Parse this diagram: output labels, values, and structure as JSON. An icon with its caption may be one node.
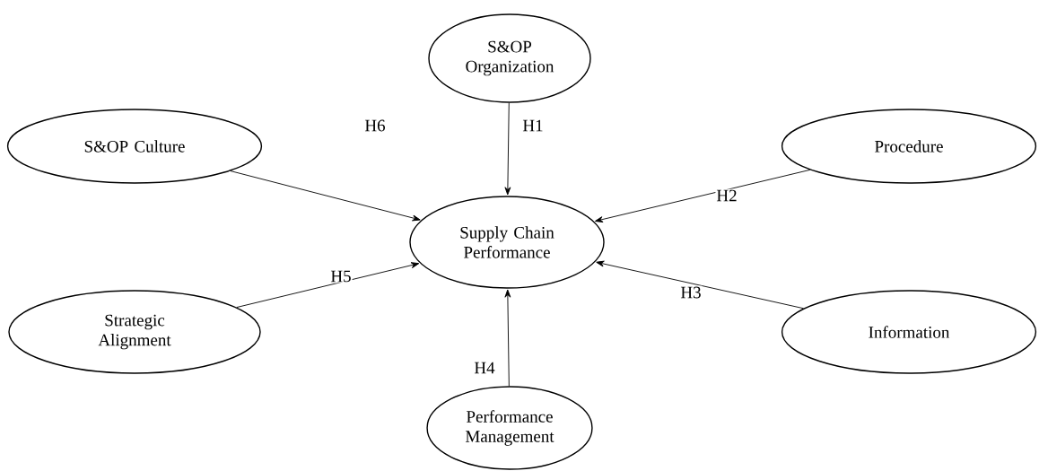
{
  "diagram": {
    "nodes": [
      {
        "text": [
          "S&OP Organization"
        ]
      },
      {
        "text": [
          "S&OP Culture"
        ]
      },
      {
        "text": [
          "Procedure"
        ]
      },
      {
        "text": [
          "Supply Chain Performance"
        ]
      },
      {
        "text": [
          "Strategic Alignment"
        ]
      },
      {
        "text": [
          "Information"
        ]
      },
      {
        "text": [
          "Performance Management"
        ]
      }
    ],
    "edges": [
      {
        "from": 0,
        "to": 3,
        "arrow": "to",
        "label": "H1"
      },
      {
        "from": 2,
        "to": 3,
        "arrow": "to",
        "label": "H2"
      },
      {
        "from": 5,
        "to": 3,
        "arrow": "to",
        "label": "H3"
      },
      {
        "from": 6,
        "to": 3,
        "arrow": "to",
        "label": "H4"
      },
      {
        "from": 4,
        "to": 3,
        "arrow": "to",
        "label": "H5"
      },
      {
        "from": 1,
        "to": 3,
        "arrow": "to",
        "label": "H6"
      }
    ]
  }
}
